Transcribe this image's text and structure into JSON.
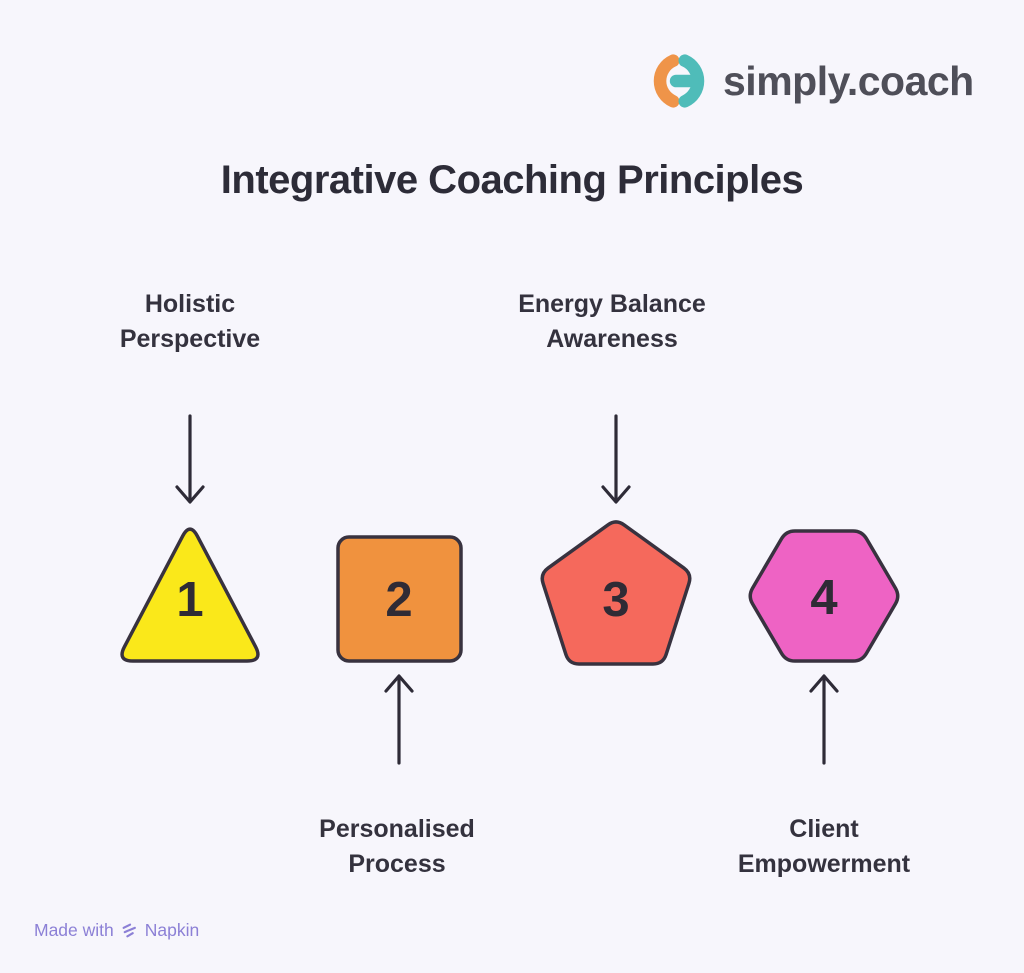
{
  "colors": {
    "background": "#F7F6FC",
    "title_text": "#2D2C38",
    "label_text": "#34323E",
    "shape_stroke": "#38323F",
    "number_text": "#2F2B35",
    "arrow": "#2E2B37",
    "footer_text": "#8C80D6",
    "logo_orange": "#EF9449",
    "logo_teal": "#4FBCB9",
    "logo_text": "#4F4F59"
  },
  "logo": {
    "brand": "simply.coach"
  },
  "title": "Integrative Coaching Principles",
  "principles": [
    {
      "number": "1",
      "label": "Holistic\nPerspective",
      "shape": "triangle",
      "fill": "#FAE81A",
      "arrow": "down"
    },
    {
      "number": "2",
      "label": "Personalised\nProcess",
      "shape": "square",
      "fill": "#F0923E",
      "arrow": "up"
    },
    {
      "number": "3",
      "label": "Energy Balance\nAwareness",
      "shape": "pentagon",
      "fill": "#F5695C",
      "arrow": "down"
    },
    {
      "number": "4",
      "label": "Client\nEmpowerment",
      "shape": "hexagon",
      "fill": "#EE63C4",
      "arrow": "up"
    }
  ],
  "footer": {
    "made_with": "Made with",
    "brand": "Napkin"
  }
}
